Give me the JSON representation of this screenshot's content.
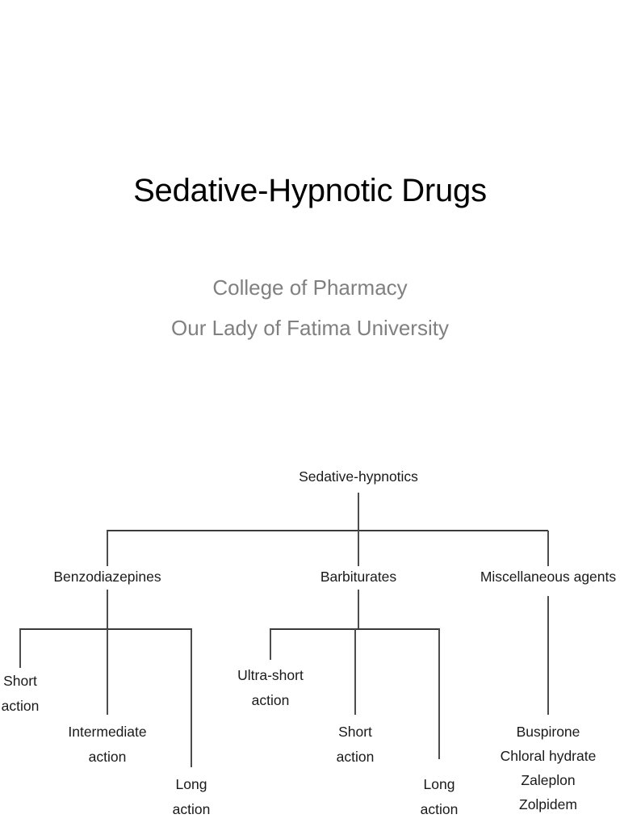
{
  "slide": {
    "title": "Sedative-Hypnotic Drugs",
    "subtitle_line_1": "College of Pharmacy",
    "subtitle_line_2": "Our Lady of Fatima University",
    "title_color": "#000000",
    "subtitle_color": "#808080",
    "background_color": "#ffffff"
  },
  "diagram": {
    "root": "Sedative-hypnotics",
    "line_color": "#4d4d4d",
    "text_color": "#1a1a1a",
    "branches": [
      {
        "label": "Benzodiazepines",
        "children": [
          {
            "line_1": "Short",
            "line_2": "action"
          },
          {
            "line_1": "Intermediate",
            "line_2": "action"
          },
          {
            "line_1": "Long",
            "line_2": "action"
          }
        ]
      },
      {
        "label": "Barbiturates",
        "children": [
          {
            "line_1": "Ultra-short",
            "line_2": "action"
          },
          {
            "line_1": "Short",
            "line_2": "action"
          },
          {
            "line_1": "Long",
            "line_2": "action"
          }
        ]
      },
      {
        "label": "Miscellaneous agents",
        "agents": [
          "Buspirone",
          "Chloral hydrate",
          "Zaleplon",
          "Zolpidem"
        ]
      }
    ]
  }
}
